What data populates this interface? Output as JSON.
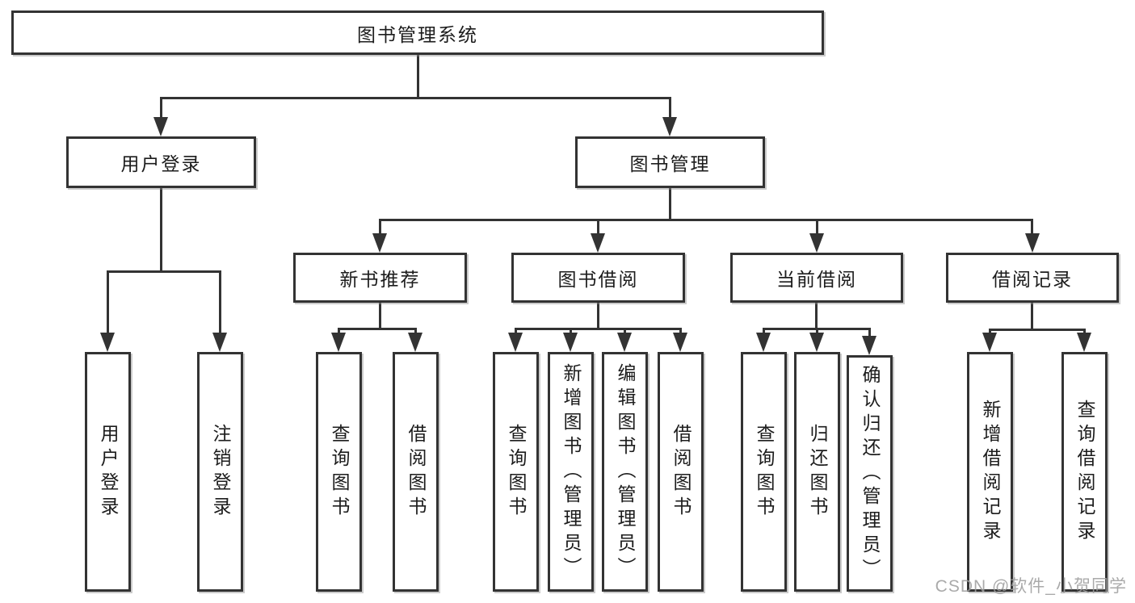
{
  "diagram": {
    "type": "tree",
    "root": "图书管理系统",
    "children": [
      {
        "label": "用户登录",
        "children": [
          "用户登录",
          "注销登录"
        ]
      },
      {
        "label": "图书管理",
        "children": [
          {
            "label": "新书推荐",
            "children": [
              "查询图书",
              "借阅图书"
            ]
          },
          {
            "label": "图书借阅",
            "children": [
              "查询图书",
              "新增图书（管理员）",
              "编辑图书（管理员）",
              "借阅图书"
            ]
          },
          {
            "label": "当前借阅",
            "children": [
              "查询图书",
              "归还图书",
              "确认归还（管理员）"
            ]
          },
          {
            "label": "借阅记录",
            "children": [
              "新增借阅记录",
              "查询借阅记录"
            ]
          }
        ]
      }
    ]
  },
  "watermark": {
    "text": "CSDN @软件_小贺同学"
  },
  "colors": {
    "line": "#333333",
    "text": "#1c1c1c",
    "background": "#ffffff",
    "watermark": "#9f9f9f"
  }
}
